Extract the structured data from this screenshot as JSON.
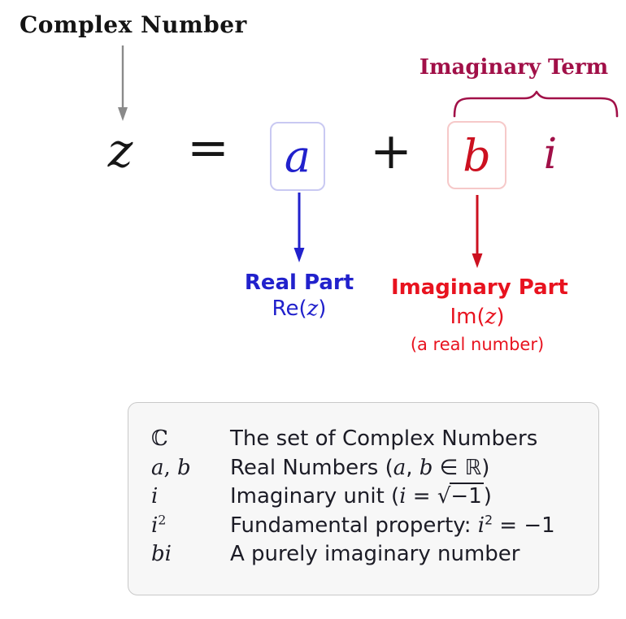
{
  "colors": {
    "blue": "#2121cc",
    "blue_box_border": "#c9c9f2",
    "red": "#cc1120",
    "red_bright": "#e8131f",
    "pink_box_border": "#f6c9c9",
    "wine": "#a11048",
    "gray_arrow": "#8a8a8a",
    "legend_bg": "#f7f7f7",
    "legend_border": "#c9c9c9"
  },
  "annotations": {
    "complex_number_label": "Complex Number",
    "imaginary_term_label": "Imaginary Term",
    "real_part_label": "Real Part",
    "real_part_formula": "Re(*z*)",
    "imaginary_part_label": "Imaginary Part",
    "imaginary_part_formula": "Im(*z*)",
    "imaginary_part_note": "(a real number)"
  },
  "equation": {
    "lhs": "z",
    "equals": "=",
    "real_term": "a",
    "plus": "+",
    "imag_coeff": "b",
    "imag_unit": "i"
  },
  "legend": {
    "rows": [
      {
        "symbol": "ℂ",
        "description": "The set of Complex Numbers"
      },
      {
        "symbol": "*a*, *b*",
        "description": "Real Numbers (*a*, *b* ∈ ℝ)"
      },
      {
        "symbol": "*i*",
        "description": "Imaginary unit (*i* = √{−1})"
      },
      {
        "symbol": "*i*^{2}",
        "description": "Fundamental property: *i*^{2} = −1"
      },
      {
        "symbol": "*bi*",
        "description": "A purely imaginary number"
      }
    ]
  }
}
